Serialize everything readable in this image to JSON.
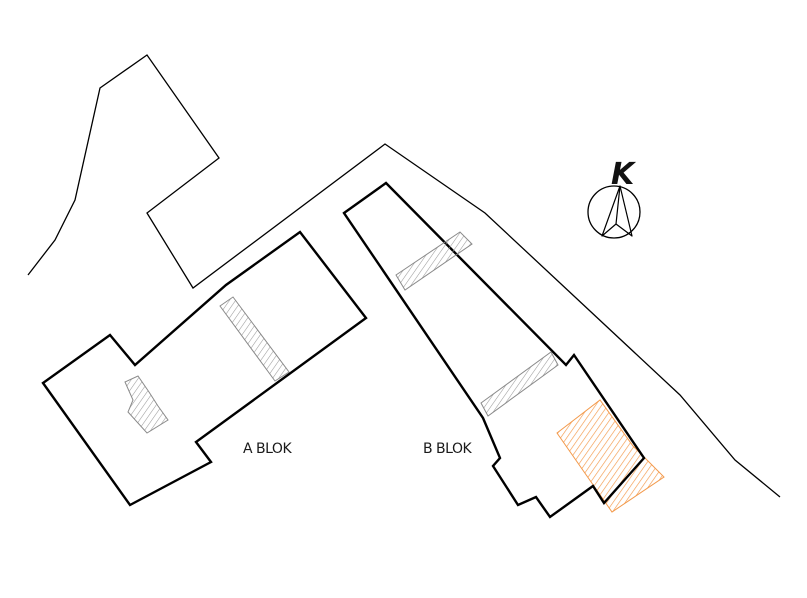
{
  "labels": {
    "block_a": "A BLOK",
    "block_b": "B BLOK",
    "north": "K"
  },
  "colors": {
    "outline": "#000000",
    "hatch_gray": "#9a9a9a",
    "hatch_orange": "#f39a4c"
  }
}
